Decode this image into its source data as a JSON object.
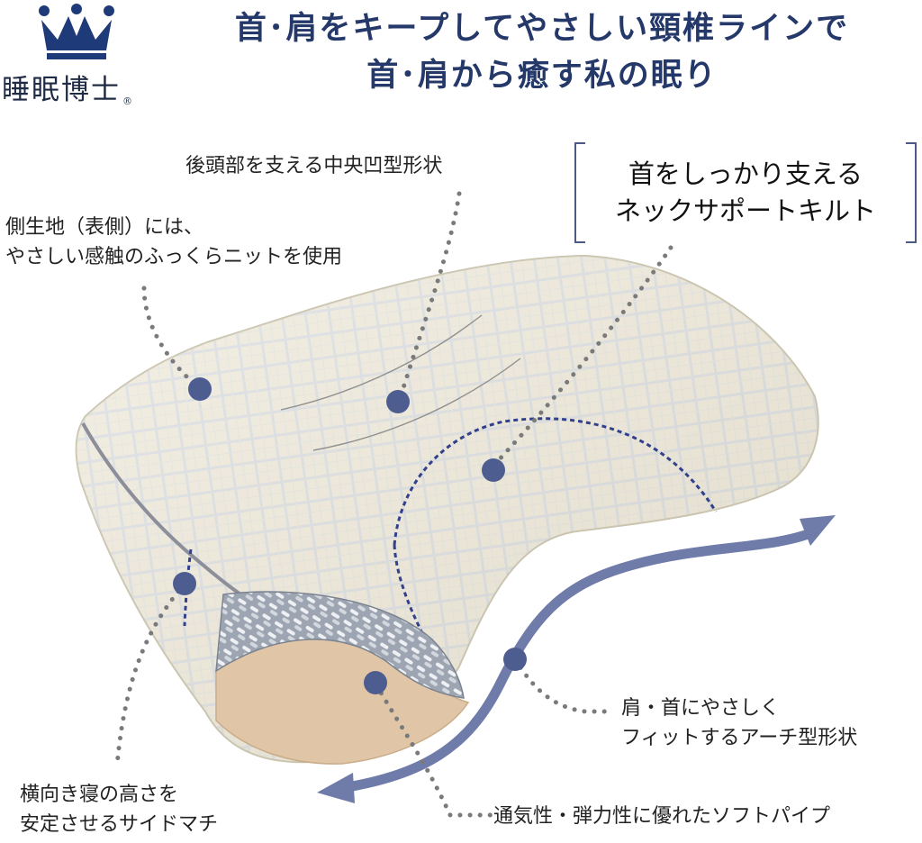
{
  "brand": {
    "name": "睡眠博士",
    "registered": "®"
  },
  "headline": {
    "line1": "首･肩をキープしてやさしい頸椎ラインで",
    "line2": "首･肩から癒す私の眠り"
  },
  "features": {
    "center_hollow": "後頭部を支える中央凹型形状",
    "fabric_line1": "側生地（表側）には、",
    "fabric_line2": "やさしい感触のふっくらニットを使用",
    "neck_quilt_line1": "首をしっかり支える",
    "neck_quilt_line2": "ネックサポートキルト",
    "arch_line1": "肩・首にやさしく",
    "arch_line2": "フィットするアーチ型形状",
    "side_gusset_line1": "横向き寝の高さを",
    "side_gusset_line2": "安定させるサイドマチ",
    "soft_pipe": "通気性・弾力性に優れたソフトパイプ"
  },
  "colors": {
    "navy": "#24386a",
    "marker": "#4e5d90",
    "arrow": "#6f7ba8",
    "pillow": "#efeadb",
    "gusset": "#e0c6a6"
  }
}
